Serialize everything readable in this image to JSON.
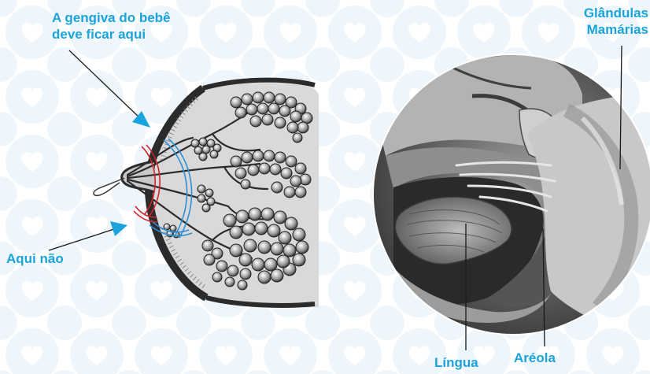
{
  "labels": {
    "gum": "A gengiva do bebê deve ficar aqui",
    "not_here": "Aqui não",
    "glands": "Glândulas Mamárias",
    "tongue": "Língua",
    "areola": "Aréola"
  },
  "colors": {
    "accent": "#1aa3dc",
    "correct_line": "#2d8fd6",
    "wrong_line": "#d2232a",
    "background_heart": "#eef6fb"
  }
}
